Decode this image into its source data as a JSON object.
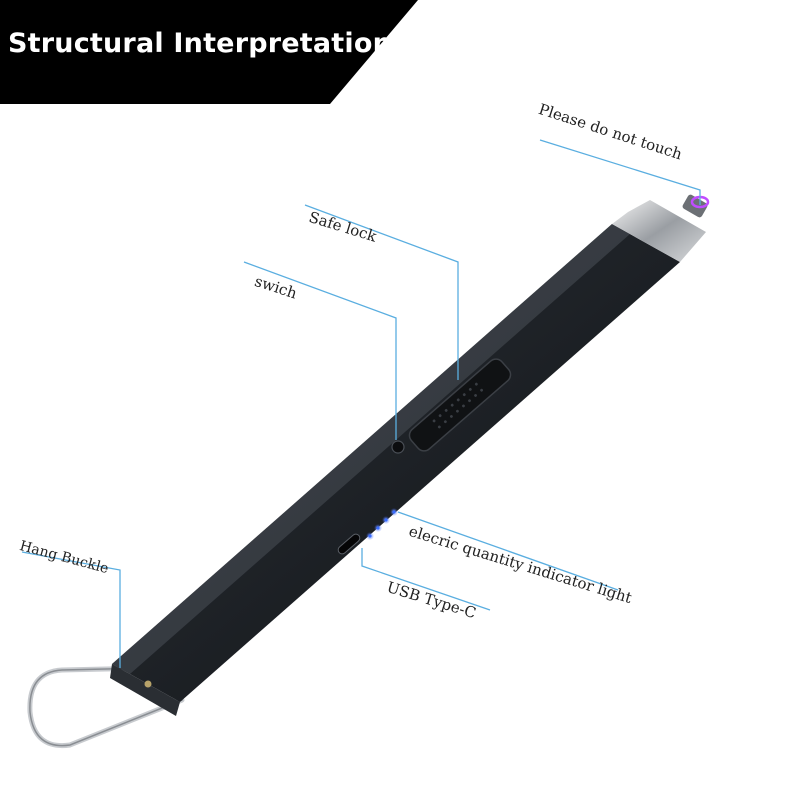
{
  "banner": {
    "title": "Structural Interpretation"
  },
  "callouts": {
    "tip": "Please do not touch",
    "safe_lock": "Safe lock",
    "switch": "swich",
    "indicator": "elecric quantity indicator light",
    "usb": "USB Type-C",
    "hang_buckle": "Hang Buckle"
  },
  "colors": {
    "banner": "#000000",
    "leader_line": "#5aaee0",
    "body": "#1c1f24",
    "indicator_led": "#3a6cff",
    "arc": "#c04cff"
  }
}
